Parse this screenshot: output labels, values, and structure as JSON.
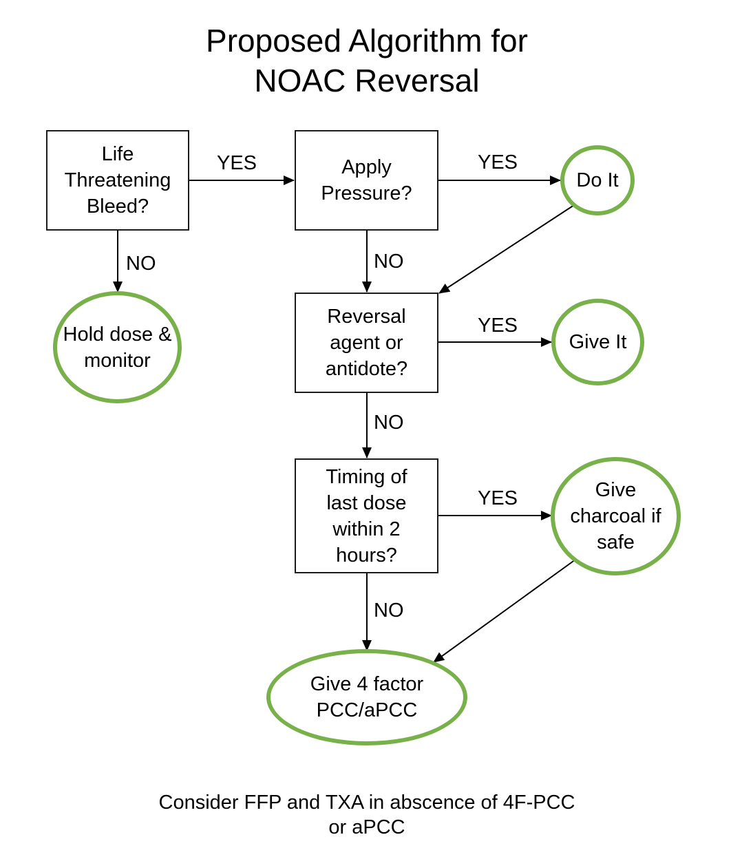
{
  "title": {
    "line1": "Proposed Algorithm for",
    "line2": "NOAC Reversal"
  },
  "decisions": {
    "life_threatening": "Life Threatening Bleed?",
    "apply_pressure": "Apply Pressure?",
    "reversal_agent": "Reversal agent or antidote?",
    "timing": "Timing of last dose within 2 hours?"
  },
  "outcomes": {
    "do_it": "Do It",
    "hold_dose": "Hold dose & monitor",
    "give_it": "Give It",
    "give_charcoal": "Give charcoal if safe",
    "give_pcc": "Give 4 factor PCC/aPCC"
  },
  "edge_labels": {
    "yes_pressure": "YES",
    "yes_do_it": "YES",
    "no_hold": "NO",
    "no_reversal": "NO",
    "yes_give_it": "YES",
    "no_timing": "NO",
    "yes_charcoal": "YES",
    "no_pcc": "NO"
  },
  "footnote": {
    "line1": "Consider FFP and TXA in abscence of 4F-PCC",
    "line2": "or aPCC"
  },
  "colors": {
    "outcome_border": "#78b04a",
    "box_border": "#1a1a1a",
    "arrow": "#000000"
  }
}
